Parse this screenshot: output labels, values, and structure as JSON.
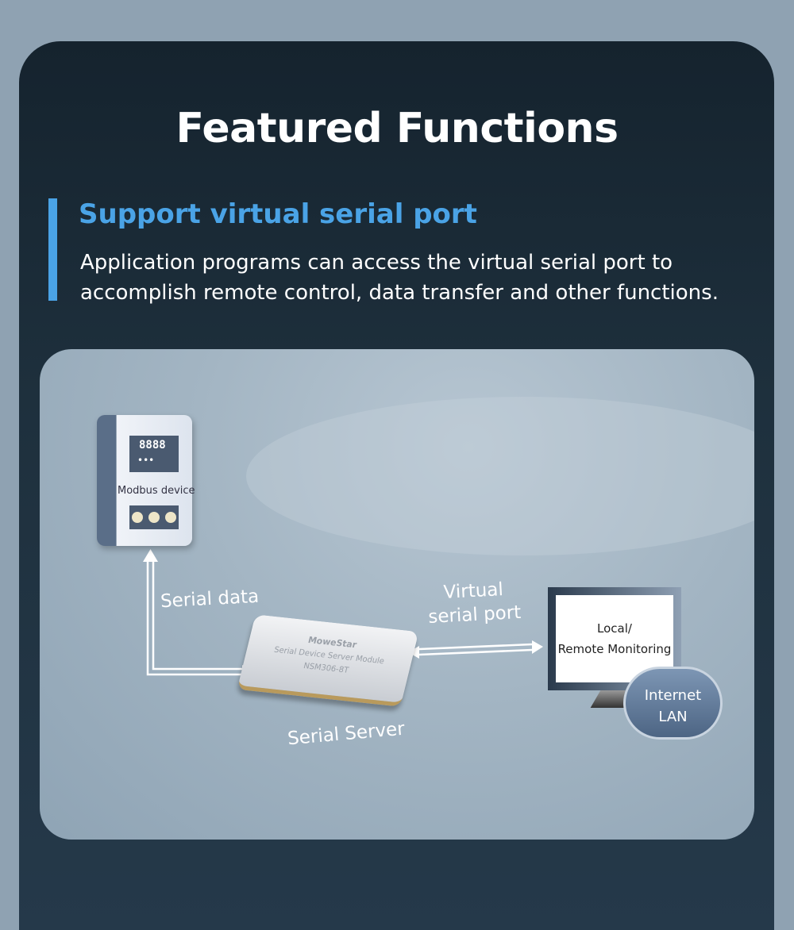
{
  "title": "Featured Functions",
  "feature": {
    "heading": "Support virtual serial port",
    "description": "Application programs can access the virtual serial port to accomplish remote control, data transfer and other functions."
  },
  "diagram": {
    "modbus_device": {
      "display": "8888",
      "dots": "•••",
      "label": "Modbus device"
    },
    "serial_data_label": "Serial data",
    "module": {
      "brand": "MoweStar",
      "line1": "Serial Device Server Module",
      "model": "NSM306-8T"
    },
    "serial_server_label": "Serial Server",
    "virtual_port_label_1": "Virtual",
    "virtual_port_label_2": "serial port",
    "monitor": {
      "line1": "Local/",
      "line2": "Remote Monitoring"
    },
    "cloud": {
      "line1": "Internet",
      "line2": "LAN"
    }
  }
}
